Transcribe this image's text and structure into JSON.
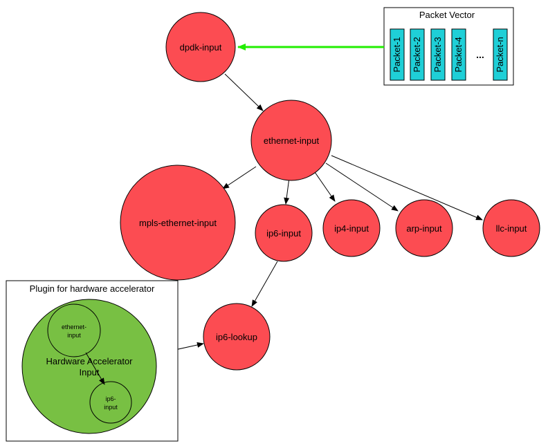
{
  "colors": {
    "node_fill": "#fc4c52",
    "accelerator_fill": "#78c043",
    "packet_fill": "#1fcfd7",
    "packet_arrow": "#22ee00",
    "edge": "#000000"
  },
  "nodes": {
    "dpdk_input": "dpdk-input",
    "ethernet_input": "ethernet-input",
    "mpls_ethernet_input": "mpls-ethernet-input",
    "ip6_input": "ip6-input",
    "ip4_input": "ip4-input",
    "arp_input": "arp-input",
    "llc_input": "llc-input",
    "ip6_lookup": "ip6-lookup"
  },
  "packet_vector": {
    "title": "Packet Vector",
    "packets": [
      "Packet-1",
      "Packet-2",
      "Packet-3",
      "Packet-4",
      "Packet-n"
    ],
    "ellipsis": "..."
  },
  "plugin": {
    "title": "Plugin for hardware accelerator",
    "accelerator_line1": "Hardware Accelerator",
    "accelerator_line2": "Input",
    "inner_ethernet_line1": "ethernet-",
    "inner_ethernet_line2": "input",
    "inner_ip6_line1": "ip6-",
    "inner_ip6_line2": "input"
  }
}
